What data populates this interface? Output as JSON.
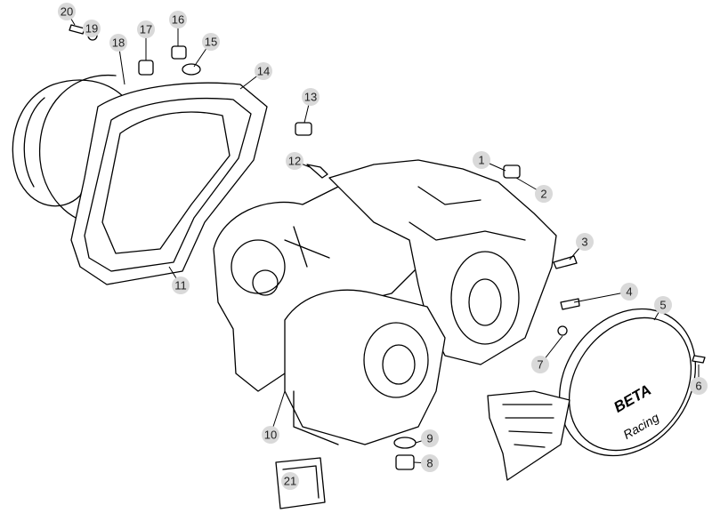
{
  "diagram": {
    "title_logo": {
      "brand": "BETA",
      "sub": "Racing"
    },
    "callouts": [
      "1",
      "2",
      "3",
      "4",
      "5",
      "6",
      "7",
      "8",
      "9",
      "10",
      "11",
      "12",
      "13",
      "14",
      "15",
      "16",
      "17",
      "18",
      "19",
      "20",
      "21"
    ],
    "badge_color": "#d9d9d9"
  }
}
